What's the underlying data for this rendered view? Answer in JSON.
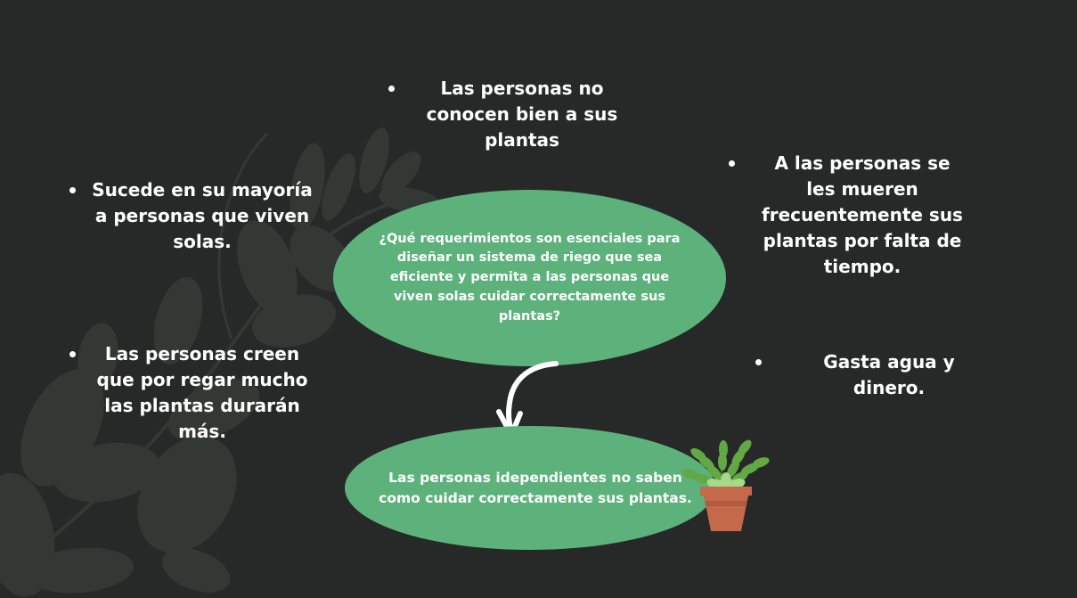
{
  "colors": {
    "background": "#272828",
    "ellipse_fill": "#5db27b",
    "text": "#ffffff",
    "foliage": "#3a403c",
    "pot": "#c4694a",
    "fern": "#6ab04c"
  },
  "center_question": "¿Qué requerimientos son esenciales para diseñar un sistema de riego que sea eficiente y permita a las personas que viven solas cuidar correctamente sus plantas?",
  "conclusion": "Las personas idependientes no saben como cuidar correctamente sus plantas.",
  "bullets": {
    "top": "Las personas no conocen bien a sus plantas",
    "left_upper": "Sucede en su mayoría a personas que viven solas.",
    "left_lower": "Las personas creen que por regar mucho las plantas durarán más.",
    "right_upper": "A las personas se les mueren frecuentemente sus plantas por falta de tiempo.",
    "right_lower": "Gasta agua y dinero."
  },
  "icons": {
    "arrow": "curved-arrow-down-icon",
    "plant": "potted-fern-icon",
    "background": "leaf-branch-decoration"
  }
}
